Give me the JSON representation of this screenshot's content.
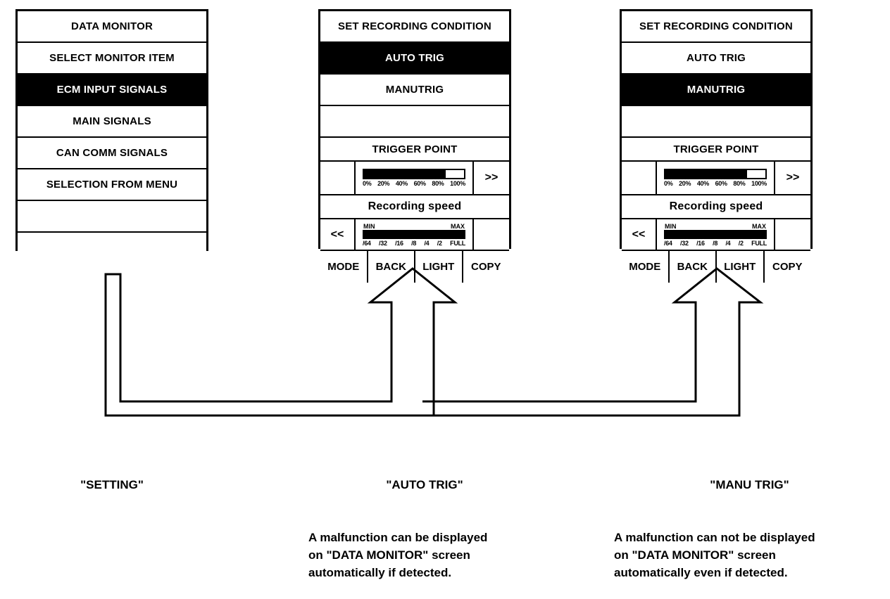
{
  "menu_panel": {
    "name": "DATA MONITOR menu",
    "rows": [
      {
        "label": "DATA MONITOR",
        "selected": false
      },
      {
        "label": "SELECT MONITOR ITEM",
        "selected": false
      },
      {
        "label": "ECM INPUT SIGNALS",
        "selected": true
      },
      {
        "label": "MAIN SIGNALS",
        "selected": false
      },
      {
        "label": "CAN COMM SIGNALS",
        "selected": false
      },
      {
        "label": "SELECTION FROM MENU",
        "selected": false
      },
      {
        "label": "",
        "selected": false
      },
      {
        "label": "",
        "selected": false
      }
    ]
  },
  "auto_panel": {
    "title": "SET RECORDING CONDITION",
    "options": [
      {
        "label": "AUTO TRIG",
        "selected": true
      },
      {
        "label": "MANUTRIG",
        "selected": false
      },
      {
        "label": "",
        "selected": false
      }
    ],
    "trigger_point": {
      "label": "TRIGGER POINT",
      "left_key": "",
      "right_key": ">>",
      "fill_percent": 82,
      "ticks": [
        "0%",
        "20%",
        "40%",
        "60%",
        "80%",
        "100%"
      ]
    },
    "recording_speed": {
      "label": "Recording speed",
      "left_key": "<<",
      "right_key": "",
      "fill_percent": 100,
      "min_label": "MIN",
      "max_label": "MAX",
      "ticks": [
        "/64",
        "/32",
        "/16",
        "/8",
        "/4",
        "/2",
        "FULL"
      ]
    },
    "keys": [
      "MODE",
      "BACK",
      "LIGHT",
      "COPY"
    ]
  },
  "manu_panel": {
    "title": "SET RECORDING CONDITION",
    "options": [
      {
        "label": "AUTO TRIG",
        "selected": false
      },
      {
        "label": "MANUTRIG",
        "selected": true
      },
      {
        "label": "",
        "selected": false
      }
    ],
    "trigger_point": {
      "label": "TRIGGER POINT",
      "left_key": "",
      "right_key": ">>",
      "fill_percent": 82,
      "ticks": [
        "0%",
        "20%",
        "40%",
        "60%",
        "80%",
        "100%"
      ]
    },
    "recording_speed": {
      "label": "Recording speed",
      "left_key": "<<",
      "right_key": "",
      "fill_percent": 100,
      "min_label": "MIN",
      "max_label": "MAX",
      "ticks": [
        "/64",
        "/32",
        "/16",
        "/8",
        "/4",
        "/2",
        "FULL"
      ]
    },
    "keys": [
      "MODE",
      "BACK",
      "LIGHT",
      "COPY"
    ]
  },
  "captions": {
    "setting": {
      "title": "\"SETTING\"",
      "body": ""
    },
    "auto_trig": {
      "title": "\"AUTO TRIG\"",
      "body": "A malfunction can be displayed\non \"DATA MONITOR\" screen\nautomatically if detected."
    },
    "manu_trig": {
      "title": "\"MANU TRIG\"",
      "body": "A malfunction can not be displayed\non \"DATA MONITOR\" screen\nautomatically even if detected."
    }
  },
  "colors": {
    "ink": "#000000",
    "paper": "#ffffff"
  }
}
